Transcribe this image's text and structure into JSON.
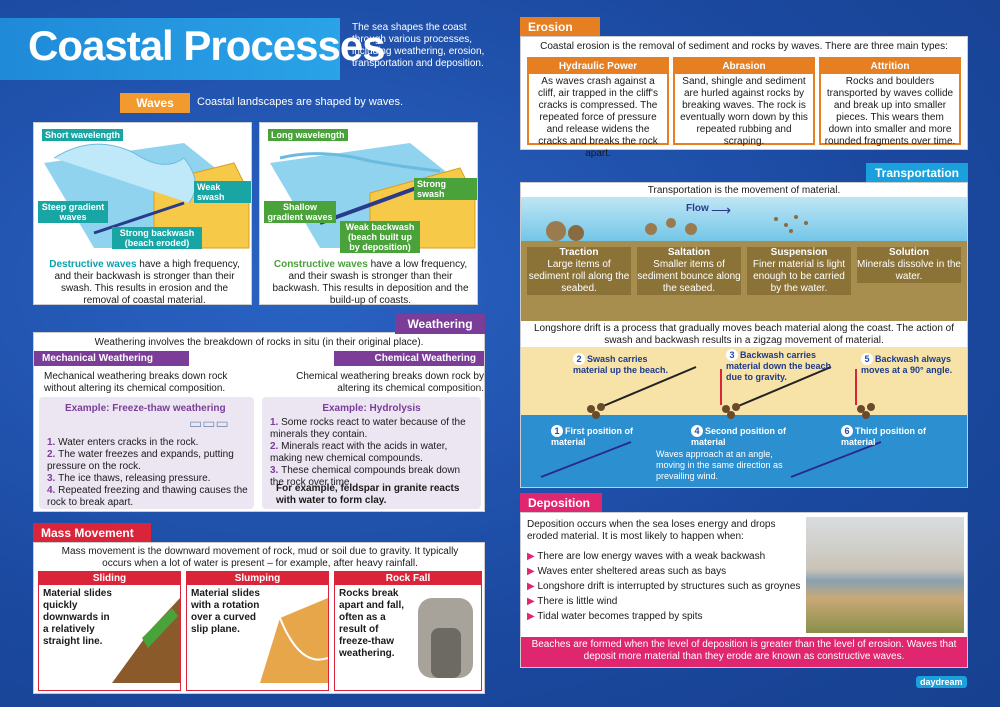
{
  "title": "Coastal Processes",
  "intro": "The sea shapes the coast through various processes, including weathering, erosion, transportation and deposition.",
  "waves": {
    "header": "Waves",
    "subtitle": "Coastal landscapes are shaped by waves.",
    "destructive": {
      "labels": [
        "Short wavelength",
        "Weak swash",
        "Steep gradient waves",
        "Strong backwash (beach eroded)"
      ],
      "highlight": "Destructive waves",
      "text": " have a high frequency, and their backwash is stronger than their swash. This results in erosion and the removal of coastal material."
    },
    "constructive": {
      "labels": [
        "Long wavelength",
        "Strong swash",
        "Shallow gradient waves",
        "Weak backwash (beach built up by deposition)"
      ],
      "highlight": "Constructive waves",
      "text": " have a low frequency, and their swash is stronger than their backwash. This results in deposition and the build-up of coasts."
    }
  },
  "weathering": {
    "header": "Weathering",
    "intro": "Weathering involves the breakdown of rocks in situ (in their original place).",
    "mechanical": {
      "header": "Mechanical Weathering",
      "text": "Mechanical weathering breaks down rock without altering its chemical composition.",
      "example": "Example: Freeze-thaw weathering",
      "steps": [
        "Water enters cracks in the rock.",
        "The water freezes and expands, putting pressure on the rock.",
        "The ice thaws, releasing pressure.",
        "Repeated freezing and thawing causes the rock to break apart."
      ]
    },
    "chemical": {
      "header": "Chemical Weathering",
      "text": "Chemical weathering breaks down rock by altering its chemical composition.",
      "example": "Example: Hydrolysis",
      "steps": [
        "Some rocks react to water because of the minerals they contain.",
        "Minerals react with the acids in water, making new chemical compounds.",
        "These chemical compounds break down the rock over time."
      ],
      "note": "For example, feldspar in granite reacts with water to form clay."
    }
  },
  "mass": {
    "header": "Mass Movement",
    "intro": "Mass movement is the downward movement of rock, mud or soil due to gravity. It typically occurs when a lot of water is present – for example, after heavy rainfall.",
    "types": [
      {
        "name": "Sliding",
        "text": "Material slides quickly downwards in a relatively straight line."
      },
      {
        "name": "Slumping",
        "text": "Material slides with a rotation over a curved slip plane."
      },
      {
        "name": "Rock Fall",
        "text": "Rocks break apart and fall, often as a result of freeze-thaw weathering."
      }
    ]
  },
  "erosion": {
    "header": "Erosion",
    "intro": "Coastal erosion is the removal of sediment and rocks by waves. There are three main types:",
    "types": [
      {
        "name": "Hydraulic Power",
        "text": "As waves crash against a cliff, air trapped in the cliff's cracks is compressed. The repeated force of pressure and release widens the cracks and breaks the rock apart."
      },
      {
        "name": "Abrasion",
        "text": "Sand, shingle and sediment are hurled against rocks by breaking waves. The rock is eventually worn down by this repeated rubbing and scraping."
      },
      {
        "name": "Attrition",
        "text": "Rocks and boulders transported by waves collide and break up into smaller pieces. This wears them down into smaller and more rounded fragments over time."
      }
    ]
  },
  "transport": {
    "header": "Transportation",
    "intro": "Transportation is the movement of material.",
    "flow": "Flow",
    "types": [
      {
        "name": "Traction",
        "text": "Large items of sediment roll along the seabed."
      },
      {
        "name": "Saltation",
        "text": "Smaller items of sediment bounce along the seabed."
      },
      {
        "name": "Suspension",
        "text": "Finer material is light enough to be carried by the water."
      },
      {
        "name": "Solution",
        "text": "Minerals dissolve in the water."
      }
    ],
    "longshore": "Longshore drift is a process that gradually moves beach material along the coast. The action of swash and backwash results in a zigzag movement of material.",
    "steps": [
      {
        "n": "1",
        "t": "First position of material"
      },
      {
        "n": "2",
        "t": "Swash carries material up the beach."
      },
      {
        "n": "3",
        "t": "Backwash carries material down the beach due to gravity."
      },
      {
        "n": "4",
        "t": "Second position of material"
      },
      {
        "n": "5",
        "t": "Backwash always moves at a 90° angle."
      },
      {
        "n": "6",
        "t": "Third position of material"
      }
    ],
    "wavenote": "Waves approach at an angle, moving in the same direction as prevailing wind."
  },
  "deposition": {
    "header": "Deposition",
    "intro": "Deposition occurs when the sea loses energy and drops eroded material. It is most likely to happen when:",
    "list": [
      "There are low energy waves with a weak backwash",
      "Waves enter sheltered areas such as bays",
      "Longshore drift is interrupted by structures such as groynes",
      "There is little wind",
      "Tidal water becomes trapped by spits"
    ],
    "footer": "Beaches are formed when the level of deposition is greater than the level of erosion. Waves that deposit more material than they erode are known as constructive waves."
  },
  "brand": "daydream"
}
